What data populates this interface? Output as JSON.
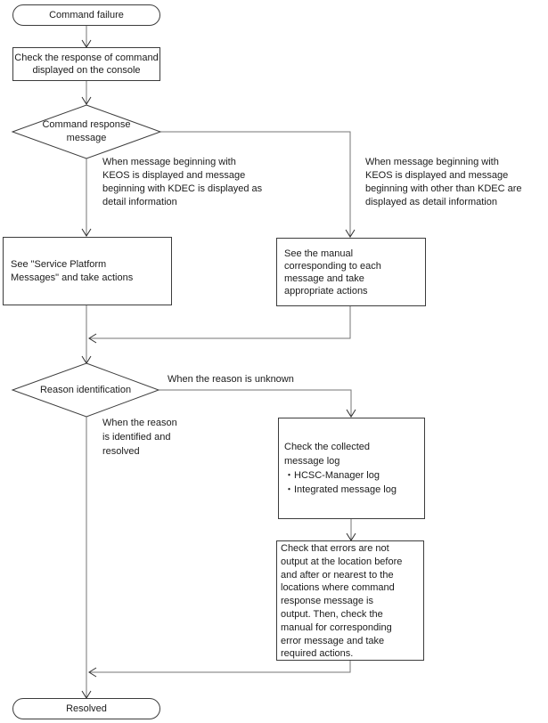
{
  "title": "Command failure troubleshooting flowchart",
  "colors": {
    "background": "#ffffff",
    "connector_line": "#757575",
    "shape_border": "#3c3c3c",
    "text": "#1b1b1b"
  },
  "nodes": {
    "start": {
      "label": "Command failure"
    },
    "check_response": {
      "lines": [
        "Check the response of command",
        "displayed on the console"
      ]
    },
    "decision_command_response": {
      "lines": [
        "Command response",
        "message"
      ]
    },
    "branch_kdec": {
      "lines": [
        "When message beginning with",
        "KEOS is displayed and message",
        "beginning with KDEC is displayed as",
        "detail information"
      ]
    },
    "branch_other_than_kdec": {
      "lines": [
        "When message beginning with",
        "KEOS is displayed and message",
        "beginning with other than KDEC are",
        "displayed as detail information"
      ]
    },
    "see_service_platform": {
      "lines": [
        "See \"Service Platform",
        "Messages\" and take actions"
      ]
    },
    "see_manual": {
      "lines": [
        "See the manual",
        "corresponding to each",
        "message and take",
        "appropriate actions"
      ]
    },
    "decision_reason": {
      "label": "Reason identification"
    },
    "branch_unknown": {
      "label": "When the reason is unknown"
    },
    "branch_identified": {
      "lines": [
        "When the reason",
        "is identified and",
        "resolved"
      ]
    },
    "check_collected_log": {
      "lines": [
        "Check the collected",
        "message log",
        "・HCSC-Manager log",
        "・Integrated message log"
      ]
    },
    "check_errors": {
      "lines": [
        "Check that errors are not",
        "output at the location before",
        "and after or nearest to the",
        "locations where command",
        "response message is",
        "output. Then, check the",
        "manual for corresponding",
        "error message and take",
        "required actions."
      ]
    },
    "resolved": {
      "label": "Resolved"
    }
  }
}
